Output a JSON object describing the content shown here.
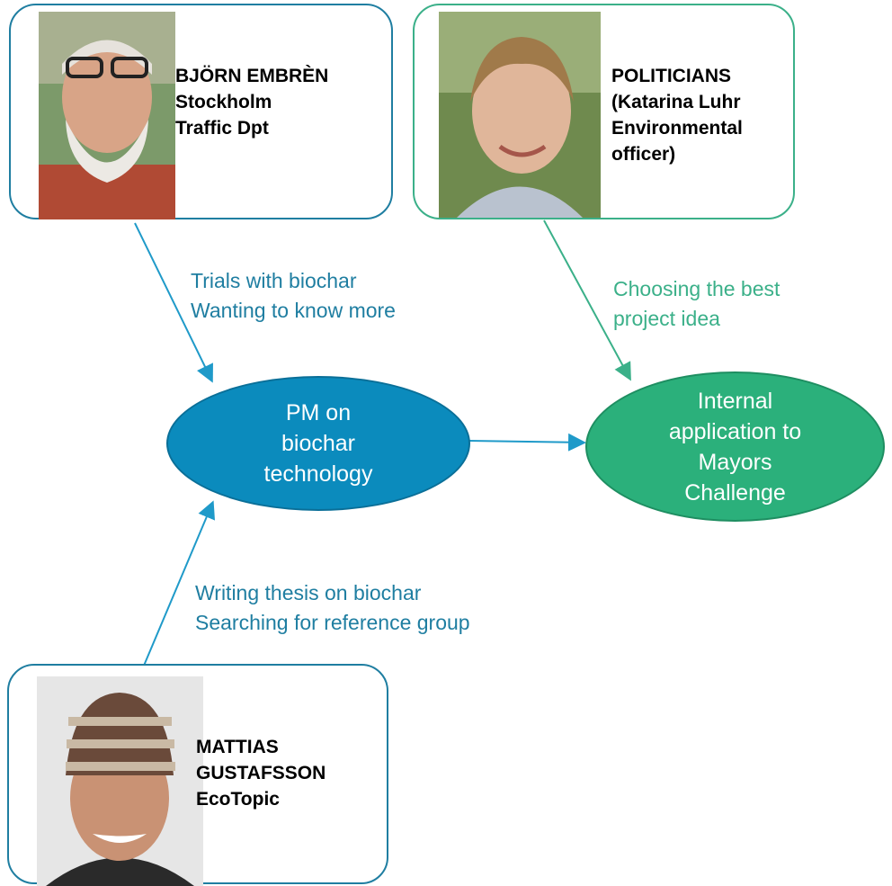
{
  "colors": {
    "blue": "#1f7ea1",
    "blue_node": "#0b8bbd",
    "green": "#3bb089",
    "green_node": "#2bb07b"
  },
  "cards": {
    "bjorn": {
      "lines": [
        "BJÖRN EMBRÈN",
        "Stockholm",
        "Traffic Dpt"
      ],
      "photo": "older-man-with-glasses-portrait"
    },
    "politicians": {
      "lines": [
        "POLITICIANS",
        "(Katarina Luhr",
        "Environmental",
        "officer)"
      ],
      "photo": "woman-portrait"
    },
    "mattias": {
      "lines": [
        "MATTIAS",
        "GUSTAFSSON",
        "EcoTopic"
      ],
      "photo": "man-in-knit-hat-portrait"
    }
  },
  "notes": {
    "trials": [
      "Trials with biochar",
      "Wanting to know more"
    ],
    "choosing": [
      "Choosing the best",
      "project idea"
    ],
    "writing": [
      "Writing thesis on biochar",
      "Searching for reference group"
    ]
  },
  "nodes": {
    "pm": [
      "PM on",
      "biochar",
      "technology"
    ],
    "internal": [
      "Internal",
      "application to",
      "Mayors",
      "Challenge"
    ]
  }
}
